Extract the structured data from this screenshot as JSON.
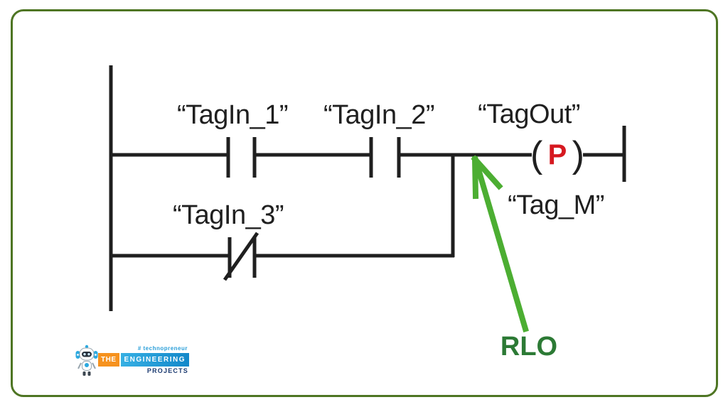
{
  "diagram": {
    "labels": {
      "tag_in_1": "“TagIn_1”",
      "tag_in_2": "“TagIn_2”",
      "tag_in_3": "“TagIn_3”",
      "tag_out": "“TagOut”",
      "tag_m": "“Tag_M”",
      "coil_open": "(",
      "coil_letter": "P",
      "coil_close": ")",
      "rlo": "RLO"
    },
    "colors": {
      "line": "#1F1F1F",
      "coil_letter": "#D61920",
      "arrow": "#4CAE32",
      "rlo": "#2C7A35",
      "frame_border": "#4E7523"
    },
    "structure": {
      "rung_1": {
        "contacts": [
          {
            "tag": "“TagIn_1”",
            "type": "normally-open"
          },
          {
            "tag": "“TagIn_2”",
            "type": "normally-open"
          }
        ],
        "coil": {
          "tag": "“TagOut”",
          "symbol": "( P )",
          "memory_tag": "“Tag_M”"
        }
      },
      "rung_2_parallel_branch": {
        "contacts": [
          {
            "tag": "“TagIn_3”",
            "type": "normally-closed"
          }
        ]
      },
      "annotation": {
        "text": "RLO",
        "points_to": "junction before coil"
      }
    }
  },
  "logo": {
    "tagline": "# technopreneur",
    "the": "THE",
    "engineering": "ENGINEERING",
    "projects": "PROJECTS"
  }
}
